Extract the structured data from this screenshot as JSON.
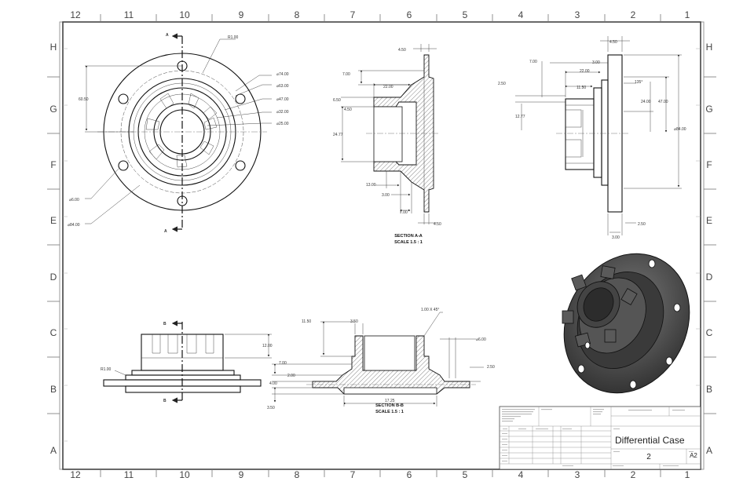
{
  "zones": {
    "columns": [
      "12",
      "11",
      "10",
      "9",
      "8",
      "7",
      "6",
      "5",
      "4",
      "3",
      "2",
      "1"
    ],
    "rows": [
      "H",
      "G",
      "F",
      "E",
      "D",
      "C",
      "B",
      "A"
    ]
  },
  "front_view": {
    "section_letter": "A",
    "dims": {
      "r100": "R1.00",
      "d74": "⌀74.00",
      "d63": "⌀63.00",
      "d47": "⌀47.00",
      "d32": "⌀32.00",
      "d25": "⌀25.00",
      "h6050": "60.50",
      "d600": "⌀6.00",
      "d8400": "⌀84.00"
    }
  },
  "section_aa": {
    "caption_line1": "SECTION A-A",
    "caption_line2": "SCALE 1.5 : 1",
    "dims": {
      "d450_top": "4.50",
      "d700": "7.00",
      "d2200": "22.00",
      "d650": "6.50",
      "d450_left": "4.50",
      "d2477": "24.77",
      "d1300": "13.00",
      "d300": "3.00",
      "d700_bottom": "7.00",
      "d450_bottom": "4.50"
    }
  },
  "side_view": {
    "dims": {
      "d450": "4.50",
      "d700": "7.00",
      "d300_top": "3.00",
      "d2200": "22.00",
      "d1150": "11.50",
      "d250_left": "2.50",
      "d1277": "12.77",
      "ang": "135°",
      "d2400": "24.00",
      "d4700": "47.00",
      "d8400": "⌀84.00",
      "d300_bottom": "3.00",
      "d250_bottom": "2.50"
    }
  },
  "bottom_view": {
    "section_letter": "B",
    "dims": {
      "d1200": "12.00",
      "r100": "R1.00"
    }
  },
  "section_bb": {
    "caption_line1": "SECTION B-B",
    "caption_line2": "SCALE 1.5 : 1",
    "dims": {
      "d1150": "11.50",
      "d350": "3.50",
      "chamfer": "1.00 X 45°",
      "d600": "⌀6.00",
      "d700": "7.00",
      "d400": "4.00",
      "d200": "2.00",
      "d250_right": "2.50",
      "d1725": "17.25",
      "d350_bottom": "3.50"
    }
  },
  "title_block": {
    "title": "Differential Case",
    "sheet_number": "2",
    "size": "A2"
  }
}
